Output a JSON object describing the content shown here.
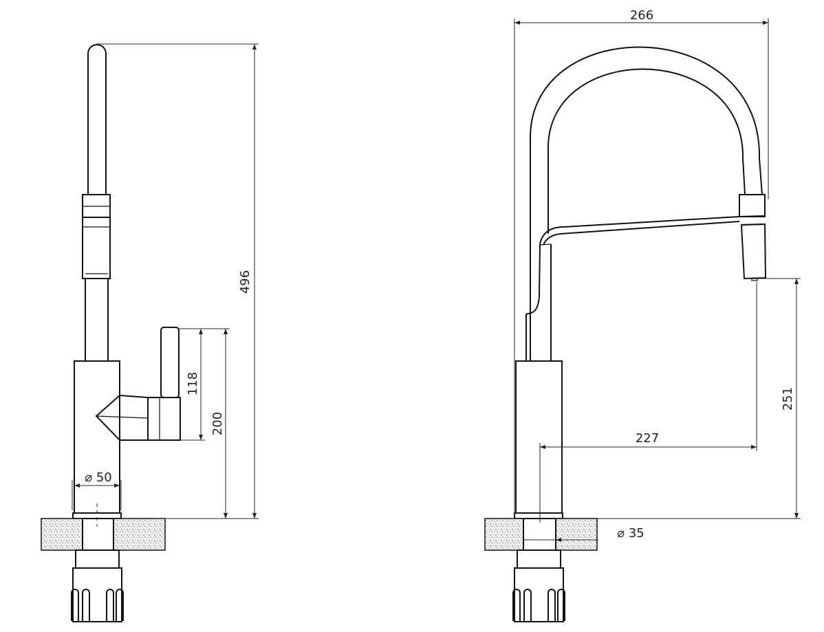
{
  "side_view": {
    "height_total": "496",
    "lever_height": "118",
    "lever_base_height": "200",
    "body_diameter": "⌀ 50"
  },
  "front_view": {
    "width_total": "266",
    "outlet_height": "251",
    "reach": "227",
    "hole_diameter": "⌀ 35"
  }
}
